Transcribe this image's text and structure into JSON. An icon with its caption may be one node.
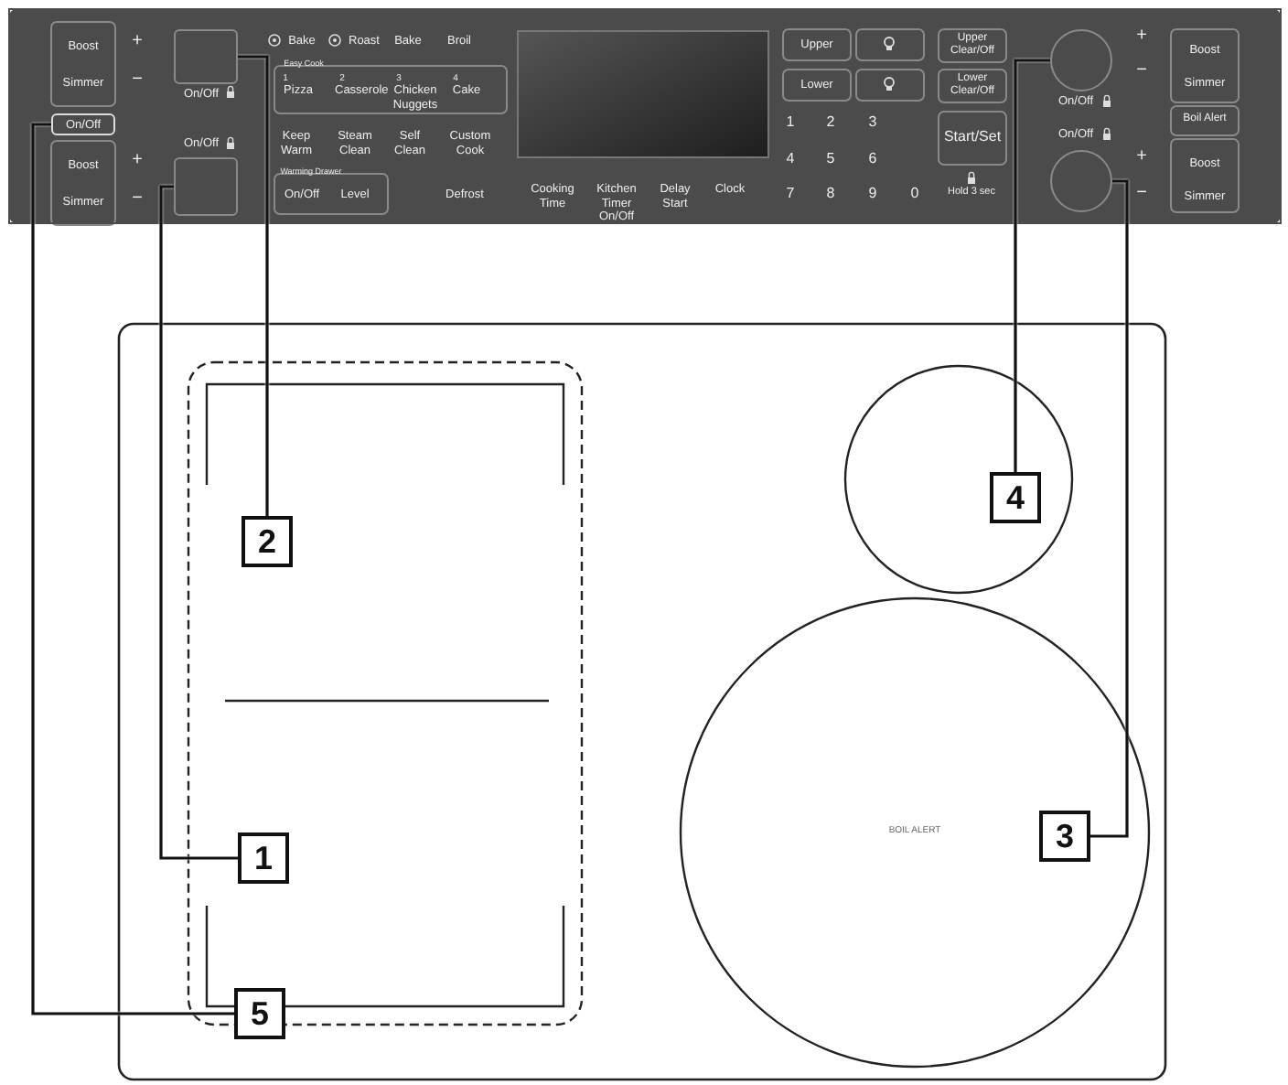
{
  "diagram": {
    "nodes": [
      {
        "text": [
          "On/Off"
        ]
      },
      {
        "text": [],
        "shape": "box",
        "beside": [
          "On/Off"
        ]
      },
      {
        "text": [],
        "shape": "box",
        "beside": [
          "On/Off"
        ]
      },
      {
        "text": [],
        "shape": "circle",
        "beside": [
          "On/Off"
        ]
      },
      {
        "text": [],
        "shape": "circle",
        "beside": [
          "On/Off"
        ]
      },
      {
        "text": [
          "2"
        ]
      },
      {
        "text": [
          "4"
        ]
      },
      {
        "text": [
          "1"
        ]
      },
      {
        "text": [
          "3"
        ]
      },
      {
        "text": [
          "5"
        ]
      }
    ],
    "edges": [
      {
        "from": 5,
        "to": 1,
        "arrow": "none"
      },
      {
        "from": 6,
        "to": 3,
        "arrow": "none"
      },
      {
        "from": 7,
        "to": 2,
        "arrow": "none"
      },
      {
        "from": 8,
        "to": 4,
        "arrow": "none"
      },
      {
        "from": 9,
        "to": 0,
        "arrow": "none"
      }
    ],
    "labels": [
      "Boost",
      "Simmer",
      "Boost",
      "Simmer",
      "+",
      "−",
      "+",
      "−",
      "Bake",
      "Roast",
      "Bake",
      "Broil",
      "Easy Cook",
      "1",
      "Pizza",
      "2",
      "Casserole",
      "3",
      "Chicken Nuggets",
      "4",
      "Cake",
      "Keep Warm",
      "Steam Clean",
      "Self Clean",
      "Custom Cook",
      "Warming Drawer",
      "On/Off",
      "Level",
      "Defrost",
      "Cooking Time",
      "Kitchen Timer On/Off",
      "Delay Start",
      "Clock",
      "Upper",
      "Lower",
      "1",
      "2",
      "3",
      "4",
      "5",
      "6",
      "7",
      "8",
      "9",
      "0",
      "Upper Clear/Off",
      "Lower Clear/Off",
      "Start/Set",
      "Hold 3 sec",
      "+",
      "−",
      "+",
      "−",
      "Boost",
      "Simmer",
      "Boil Alert",
      "Boost",
      "Simmer",
      "BOIL ALERT"
    ]
  }
}
